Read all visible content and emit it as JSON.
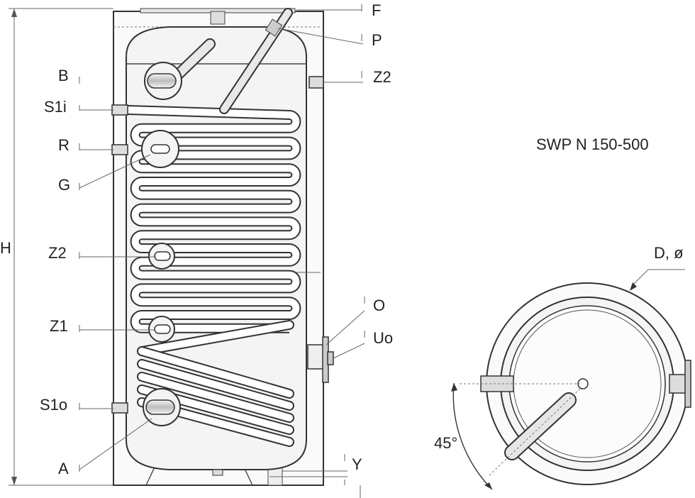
{
  "title": "SWP N 150-500",
  "labels": {
    "F": "F",
    "P": "P",
    "Z2_right": "Z2",
    "B": "B",
    "S1i": "S1i",
    "R": "R",
    "G": "G",
    "H": "H",
    "Z2_left": "Z2",
    "Z1": "Z1",
    "O": "O",
    "Uo": "Uo",
    "S1o": "S1o",
    "A": "A",
    "Y": "Y",
    "diameter": "D, ø",
    "angle": "45°"
  },
  "colors": {
    "line": "#333333",
    "fill": "#ffffff",
    "shade": "#dcdcdc"
  }
}
